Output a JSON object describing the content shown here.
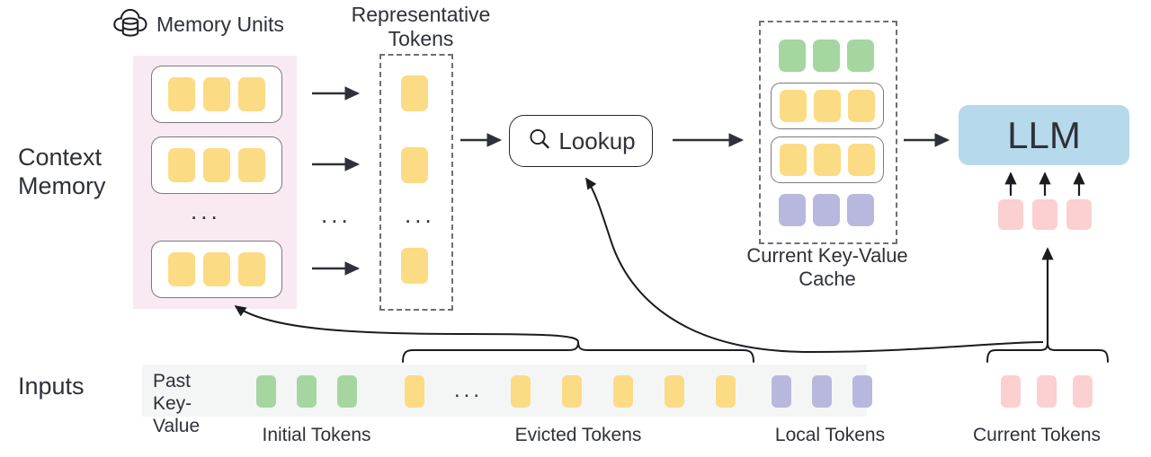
{
  "diagram": {
    "title_icons": {
      "cloud_db": "cloud-database-icon",
      "search": "search-icon"
    },
    "row_labels": {
      "context_memory": "Context\nMemory",
      "inputs": "Inputs"
    },
    "memory_units": {
      "label": "Memory Units",
      "ellipsis": "...",
      "units": [
        {
          "tokens": [
            "yellow",
            "yellow",
            "yellow"
          ]
        },
        {
          "tokens": [
            "yellow",
            "yellow",
            "yellow"
          ]
        },
        {
          "tokens": [
            "yellow",
            "yellow",
            "yellow"
          ]
        }
      ]
    },
    "representative_tokens": {
      "label": "Representative\nTokens",
      "ellipsis": "...",
      "mid_ellipsis": "...",
      "tokens": [
        "yellow",
        "yellow",
        "yellow"
      ]
    },
    "lookup": {
      "label": "Lookup"
    },
    "kv_cache": {
      "caption": "Current Key-Value\nCache",
      "rows": [
        {
          "color": "green",
          "boxed": false,
          "count": 3
        },
        {
          "color": "yellow",
          "boxed": true,
          "count": 3
        },
        {
          "color": "yellow",
          "boxed": true,
          "count": 3
        },
        {
          "color": "purple",
          "boxed": false,
          "count": 3
        }
      ]
    },
    "llm": {
      "label": "LLM",
      "input_tokens": [
        "pink",
        "pink",
        "pink"
      ]
    },
    "inputs": {
      "past_kv_label": "Past\nKey-Value",
      "ellipsis": "...",
      "tokens": [
        "green",
        "green",
        "green",
        "yellow",
        "yellow",
        "yellow",
        "yellow",
        "yellow",
        "yellow",
        "purple",
        "purple",
        "purple"
      ],
      "current_tokens": [
        "pink",
        "pink",
        "pink"
      ]
    },
    "captions": {
      "initial": "Initial Tokens",
      "evicted": "Evicted Tokens",
      "local": "Local Tokens",
      "current": "Current Tokens"
    },
    "colors": {
      "yellow": "#fcdb85",
      "green": "#a5d6a0",
      "purple": "#b8b8de",
      "pink": "#fccfd0",
      "llm_blue": "#b6d9ec",
      "context_panel": "#f9e9f2",
      "inputs_strip": "#f4f6f5",
      "stroke": "#2f313a",
      "dashed": "#6f7075"
    }
  }
}
